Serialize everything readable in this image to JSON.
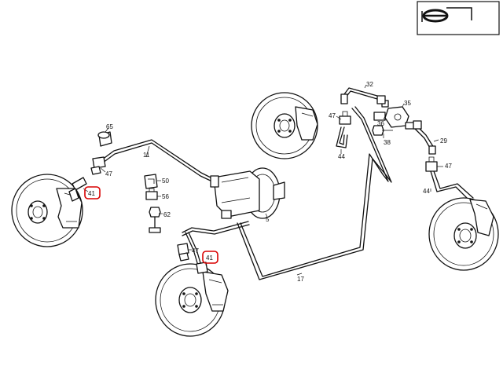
{
  "callouts": [
    {
      "id": "c65",
      "label": "65",
      "highlight": false
    },
    {
      "id": "c11",
      "label": "11",
      "highlight": false
    },
    {
      "id": "c47a",
      "label": "47",
      "highlight": false
    },
    {
      "id": "c41a",
      "label": "41",
      "highlight": true
    },
    {
      "id": "c50",
      "label": "50",
      "highlight": false
    },
    {
      "id": "c56",
      "label": "56",
      "highlight": false
    },
    {
      "id": "c62",
      "label": "62",
      "highlight": false
    },
    {
      "id": "c5",
      "label": "5",
      "highlight": false
    },
    {
      "id": "c47b",
      "label": "47",
      "highlight": false
    },
    {
      "id": "c41b",
      "label": "41",
      "highlight": true
    },
    {
      "id": "c17",
      "label": "17",
      "highlight": false
    },
    {
      "id": "c32",
      "label": "32",
      "highlight": false
    },
    {
      "id": "c35",
      "label": "35",
      "highlight": false
    },
    {
      "id": "c47c",
      "label": "47",
      "highlight": false
    },
    {
      "id": "c36",
      "label": "36",
      "highlight": false
    },
    {
      "id": "c38",
      "label": "38",
      "highlight": false
    },
    {
      "id": "c44a",
      "label": "44",
      "highlight": false
    },
    {
      "id": "c29",
      "label": "29",
      "highlight": false
    },
    {
      "id": "c47d",
      "label": "47",
      "highlight": false
    },
    {
      "id": "c44b",
      "label": "44",
      "highlight": false
    }
  ],
  "highlight_color": "#d80000",
  "line_color": "#111111",
  "icons": {
    "corner_badge": "steering-wheel-icon"
  }
}
